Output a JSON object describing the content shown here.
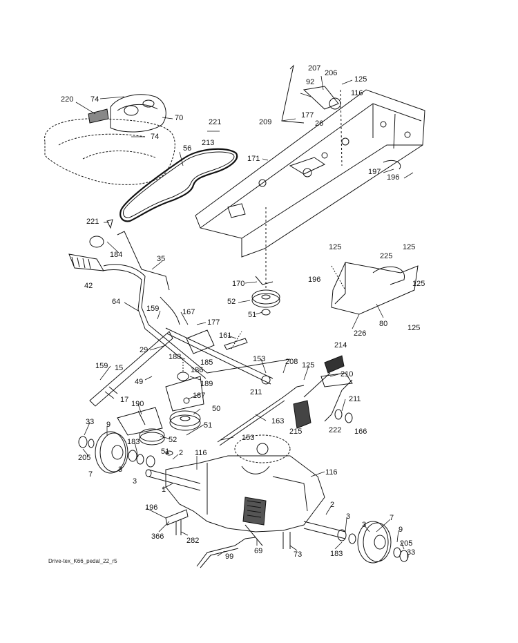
{
  "caption": "Drive-tex_K66_pedal_22_r5",
  "labels": {
    "l220": "220",
    "l74a": "74",
    "l70": "70",
    "l74b": "74",
    "l221a": "221",
    "l213": "213",
    "l56": "56",
    "l207": "207",
    "l206": "206",
    "l125a": "125",
    "l92": "92",
    "l116a": "116",
    "l177a": "177",
    "l26": "26",
    "l209": "209",
    "l171": "171",
    "l197": "197",
    "l196a": "196",
    "l221b": "221",
    "l184": "184",
    "l35": "35",
    "l42": "42",
    "l64": "64",
    "l170": "170",
    "l52a": "52",
    "l51a": "51",
    "l125b": "125",
    "l125c": "125",
    "l225": "225",
    "l196b": "196",
    "l125d": "125",
    "l80": "80",
    "l226": "226",
    "l125e": "125",
    "l159a": "159",
    "l167": "167",
    "l177b": "177",
    "l161": "161",
    "l29": "29",
    "l188": "188",
    "l185": "185",
    "l153a": "153",
    "l208": "208",
    "l125f": "125",
    "l214": "214",
    "l210": "210",
    "l159b": "159",
    "l15": "15",
    "l49": "49",
    "l186": "186",
    "l189": "189",
    "l187": "187",
    "l211a": "211",
    "l211b": "211",
    "l17": "17",
    "l190": "190",
    "l50": "50",
    "l163": "163",
    "l215": "215",
    "l222": "222",
    "l166": "166",
    "l33a": "33",
    "l9a": "9",
    "l51b": "51",
    "l52b": "52",
    "l153b": "153",
    "l183a": "183",
    "l205a": "205",
    "l51c": "51",
    "l2a": "2",
    "l116b": "116",
    "l7a": "7",
    "l3a": "3",
    "l3b": "3",
    "l116c": "116",
    "l1": "1",
    "l196c": "196",
    "l2b": "2",
    "l3c": "3",
    "l7b": "7",
    "l3d": "3",
    "l9b": "9",
    "l366": "366",
    "l282": "282",
    "l69": "69",
    "l73": "73",
    "l183b": "183",
    "l205b": "205",
    "l33b": "33",
    "l99": "99"
  }
}
